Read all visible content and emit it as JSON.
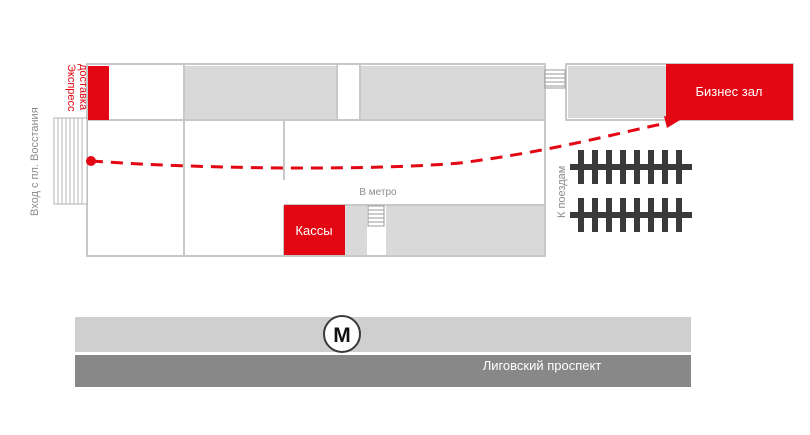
{
  "labels": {
    "express_delivery_line1": "Экспресс",
    "express_delivery_line2": "доставка",
    "entrance": "Вход с пл. Восстания",
    "business_lounge": "Бизнес зал",
    "to_metro": "В метро",
    "ticket_office": "Кассы",
    "to_trains": "К поездам",
    "metro_symbol": "М",
    "street": "Лиговский проспект"
  },
  "colors": {
    "accent_red": "#e30613",
    "room_gray": "#d9d9d9",
    "street_light": "#cfcfcf",
    "street_dark": "#888888",
    "wall": "#c8c8c8",
    "label_gray": "#8c8c8c"
  },
  "icons": {
    "route": "dashed-route-line",
    "metro": "metro-m-icon",
    "stairs": "stairs-icon",
    "platforms": "train-platforms-icon"
  }
}
